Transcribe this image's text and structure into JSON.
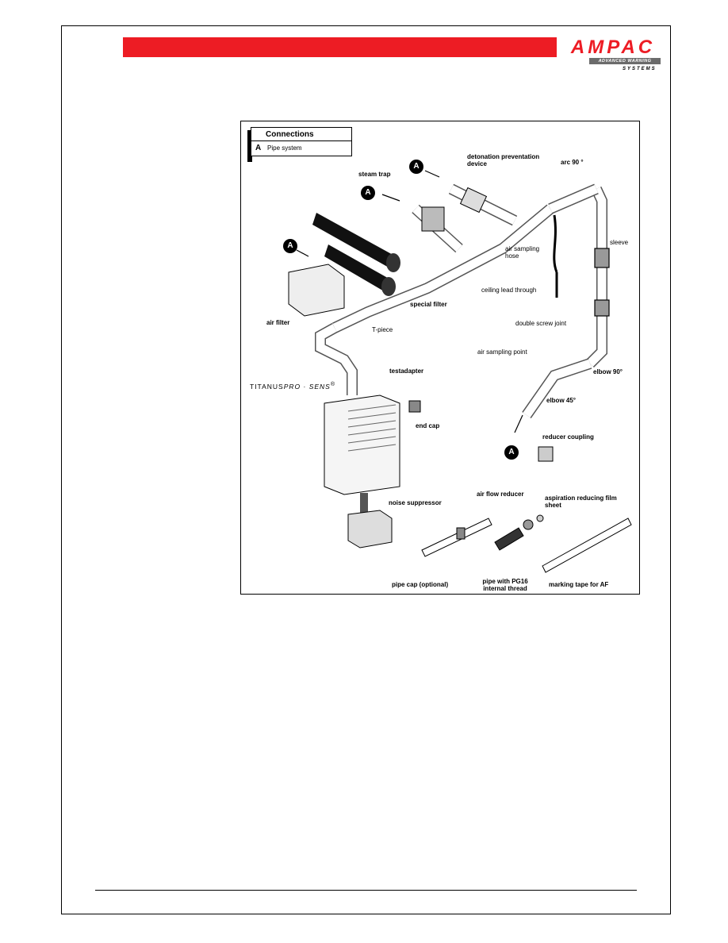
{
  "brand": {
    "logo_text": "AMPAC",
    "logo_tagline": "ADVANCED WARNING",
    "logo_systems": "SYSTEMS",
    "accent_color": "#ed1c24"
  },
  "figure": {
    "connections": {
      "title": "Connections",
      "key": "A",
      "value": "Pipe system"
    },
    "marker_label": "A",
    "device_name": {
      "prefix": "TITANUS",
      "model": "PRO · SENS",
      "mark": "®"
    },
    "labels": {
      "detonation": "detonation preventation device",
      "steam_trap": "steam trap",
      "arc_90": "arc 90 °",
      "sleeve": "sleeve",
      "air_sampling_hose": "air sampling hose",
      "ceiling_lead_through": "ceiling lead through",
      "special_filter": "special filter",
      "air_filter": "air filter",
      "t_piece": "T-piece",
      "double_screw_joint": "double screw joint",
      "air_sampling_point": "air sampling point",
      "elbow_90": "elbow 90°",
      "elbow_45": "elbow 45°",
      "testadapter": "testadapter",
      "end_cap": "end cap",
      "reducer_coupling": "reducer coupling",
      "air_flow_reducer": "air flow reducer",
      "aspiration_reducing": "aspiration reducing film sheet",
      "noise_suppressor": "noise suppressor",
      "pipe_cap": "pipe cap (optional)",
      "pipe_pg16": "pipe with PG16 internal thread",
      "marking_tape": "marking tape for AF"
    }
  }
}
